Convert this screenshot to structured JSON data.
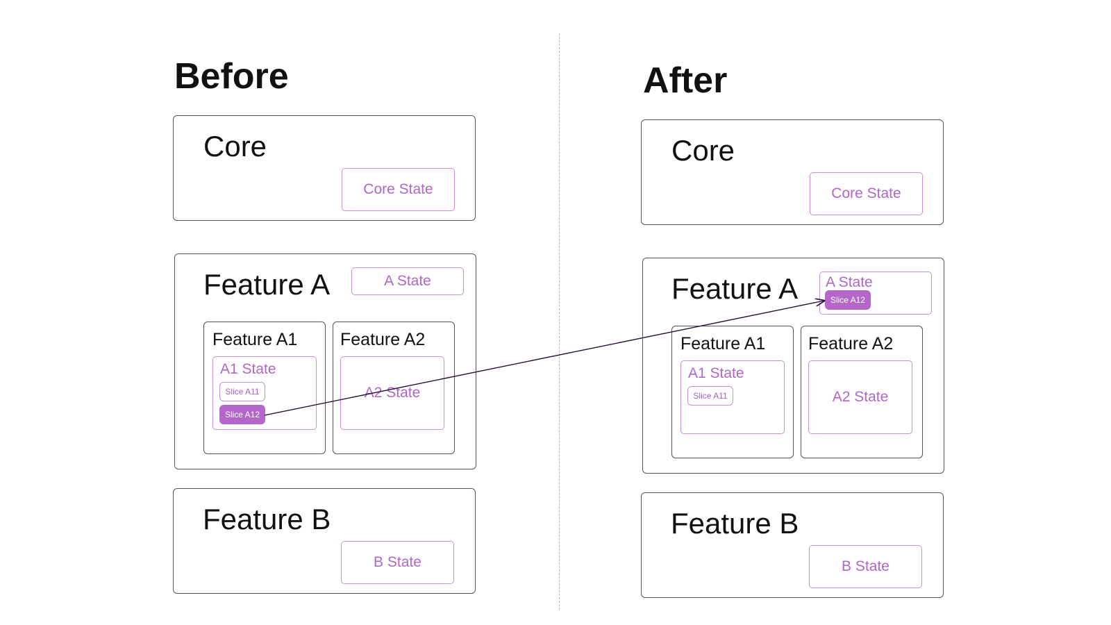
{
  "before": {
    "heading": "Before",
    "core": {
      "title": "Core",
      "state": "Core State"
    },
    "feature_a": {
      "title": "Feature A",
      "state": "A State",
      "a1": {
        "title": "Feature A1",
        "state": "A1 State",
        "slices": [
          "Slice A11",
          "Slice A12"
        ]
      },
      "a2": {
        "title": "Feature A2",
        "state": "A2 State"
      }
    },
    "feature_b": {
      "title": "Feature B",
      "state": "B State"
    }
  },
  "after": {
    "heading": "After",
    "core": {
      "title": "Core",
      "state": "Core State"
    },
    "feature_a": {
      "title": "Feature A",
      "state": "A State",
      "slice": "Slice A12",
      "a1": {
        "title": "Feature A1",
        "state": "A1 State",
        "slices": [
          "Slice A11"
        ]
      },
      "a2": {
        "title": "Feature A2",
        "state": "A2 State"
      }
    },
    "feature_b": {
      "title": "Feature B",
      "state": "B State"
    }
  },
  "colors": {
    "state_border": "#c98de0",
    "state_text": "#b066c9",
    "slice_fill": "#b466c9",
    "box_border": "#555555",
    "arrow": "#2a0e3a"
  }
}
